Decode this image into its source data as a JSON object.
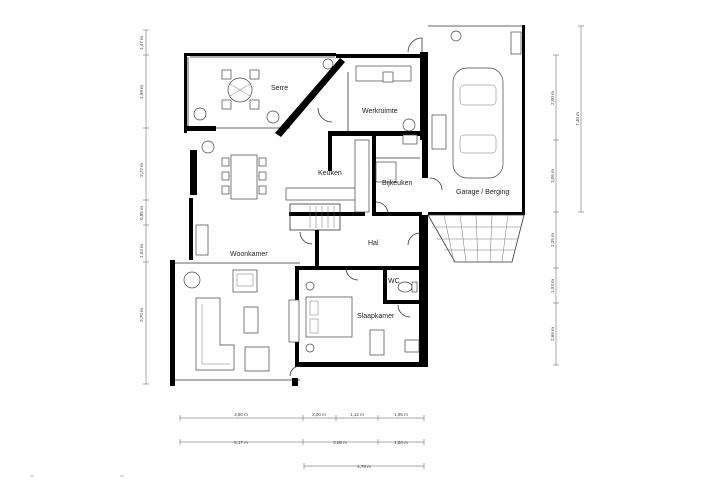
{
  "rooms": {
    "serre": "Serre",
    "werkruimte": "Werkruimte",
    "keuken": "Keuken",
    "bijkeuken": "Bijkeuken",
    "garage": "Garage / Berging",
    "hal": "Hal",
    "woonkamer": "Woonkamer",
    "wc": "WC",
    "slaapkamer": "Slaapkamer"
  },
  "dimensions": {
    "left": [
      "1,47 m",
      "1,99 m",
      "2,72 m",
      "0,85 m",
      "1,53 m",
      "3,70 m"
    ],
    "right_outer": [
      "7,40 m"
    ],
    "right_inner": [
      "2,00 m",
      "3,05 m",
      "2,35 m",
      "1,93 m",
      "2,66 m"
    ],
    "bottom_row1": [
      "3,90 m",
      "2,00 m",
      "1,12 m",
      "1,95 m"
    ],
    "bottom_row2": [
      "5,17 m",
      "3,08 m",
      "1,80 m"
    ],
    "bottom_row3": [
      "4,78 m"
    ]
  },
  "colors": {
    "wall": "#000000",
    "line": "#333333",
    "background": "#ffffff"
  }
}
